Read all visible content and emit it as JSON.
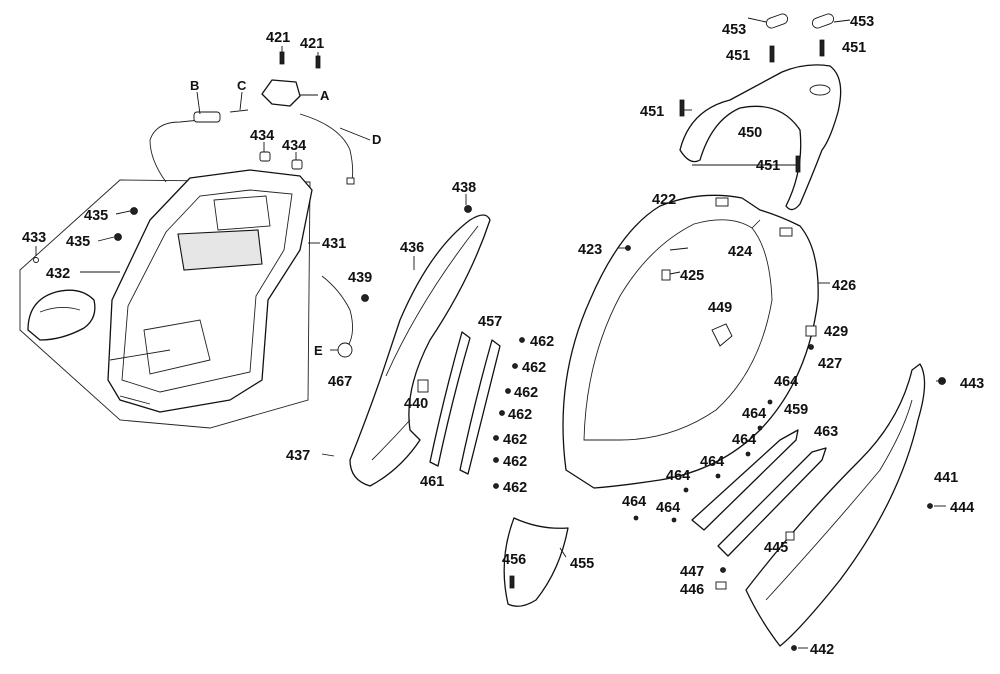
{
  "callouts": [
    {
      "id": "c421a",
      "text": "421"
    },
    {
      "id": "c421b",
      "text": "421"
    },
    {
      "id": "cB",
      "text": "B"
    },
    {
      "id": "cC",
      "text": "C"
    },
    {
      "id": "cA",
      "text": "A"
    },
    {
      "id": "cD",
      "text": "D"
    },
    {
      "id": "c434a",
      "text": "434"
    },
    {
      "id": "c434b",
      "text": "434"
    },
    {
      "id": "c435a",
      "text": "435"
    },
    {
      "id": "c435b",
      "text": "435"
    },
    {
      "id": "c433",
      "text": "433"
    },
    {
      "id": "c432",
      "text": "432"
    },
    {
      "id": "c431",
      "text": "431"
    },
    {
      "id": "c438",
      "text": "438"
    },
    {
      "id": "c436",
      "text": "436"
    },
    {
      "id": "c439",
      "text": "439"
    },
    {
      "id": "cE",
      "text": "E"
    },
    {
      "id": "c467",
      "text": "467"
    },
    {
      "id": "c440",
      "text": "440"
    },
    {
      "id": "c437",
      "text": "437"
    },
    {
      "id": "c457",
      "text": "457"
    },
    {
      "id": "c462a",
      "text": "462"
    },
    {
      "id": "c462b",
      "text": "462"
    },
    {
      "id": "c462c",
      "text": "462"
    },
    {
      "id": "c462d",
      "text": "462"
    },
    {
      "id": "c462e",
      "text": "462"
    },
    {
      "id": "c462f",
      "text": "462"
    },
    {
      "id": "c462g",
      "text": "462"
    },
    {
      "id": "c461",
      "text": "461"
    },
    {
      "id": "c456",
      "text": "456"
    },
    {
      "id": "c455",
      "text": "455"
    },
    {
      "id": "c453a",
      "text": "453"
    },
    {
      "id": "c453b",
      "text": "453"
    },
    {
      "id": "c451a",
      "text": "451"
    },
    {
      "id": "c451b",
      "text": "451"
    },
    {
      "id": "c451c",
      "text": "451"
    },
    {
      "id": "c451d",
      "text": "451"
    },
    {
      "id": "c450",
      "text": "450"
    },
    {
      "id": "c422",
      "text": "422"
    },
    {
      "id": "c423",
      "text": "423"
    },
    {
      "id": "c424",
      "text": "424"
    },
    {
      "id": "c425",
      "text": "425"
    },
    {
      "id": "c426",
      "text": "426"
    },
    {
      "id": "c449",
      "text": "449"
    },
    {
      "id": "c429",
      "text": "429"
    },
    {
      "id": "c427",
      "text": "427"
    },
    {
      "id": "c443",
      "text": "443"
    },
    {
      "id": "c464a",
      "text": "464"
    },
    {
      "id": "c464b",
      "text": "464"
    },
    {
      "id": "c464c",
      "text": "464"
    },
    {
      "id": "c464d",
      "text": "464"
    },
    {
      "id": "c464e",
      "text": "464"
    },
    {
      "id": "c464f",
      "text": "464"
    },
    {
      "id": "c464g",
      "text": "464"
    },
    {
      "id": "c459",
      "text": "459"
    },
    {
      "id": "c463",
      "text": "463"
    },
    {
      "id": "c441",
      "text": "441"
    },
    {
      "id": "c444",
      "text": "444"
    },
    {
      "id": "c445",
      "text": "445"
    },
    {
      "id": "c447",
      "text": "447"
    },
    {
      "id": "c446",
      "text": "446"
    },
    {
      "id": "c442",
      "text": "442"
    }
  ]
}
